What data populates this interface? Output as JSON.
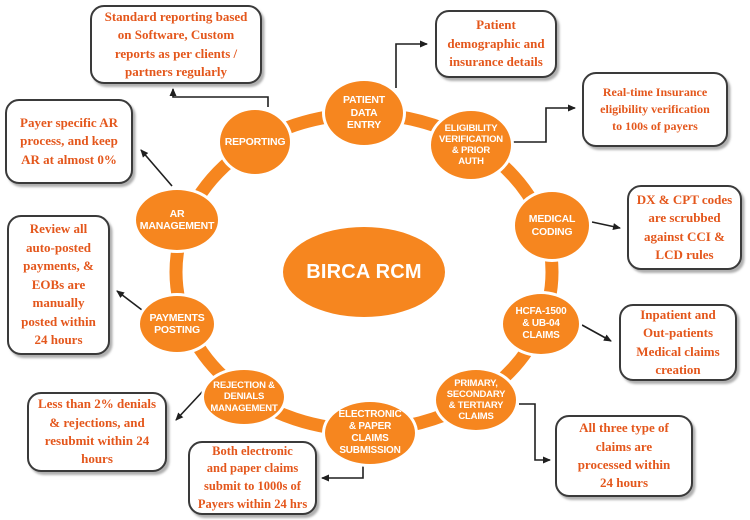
{
  "center": {
    "label": "BIRCA RCM"
  },
  "colors": {
    "node_orange": "#F6861F",
    "callout_text": "#E4571C",
    "arrow_black": "#1f1f1f",
    "box_border": "#3A3A3A"
  },
  "nodes": [
    {
      "name": "patient-data-entry",
      "label": "PATIENT\nDATA\nENTRY"
    },
    {
      "name": "eligibility-verification",
      "label": "ELIGIBILITY\nVERIFICATION\n& PRIOR\nAUTH"
    },
    {
      "name": "medical-coding",
      "label": "MEDICAL\nCODING"
    },
    {
      "name": "hcfa-ub04-claims",
      "label": "HCFA-1500\n& UB-04\nCLAIMS"
    },
    {
      "name": "primary-secondary-tertiary",
      "label": "PRIMARY,\nSECONDARY\n& TERTIARY\nCLAIMS"
    },
    {
      "name": "electronic-paper-claims",
      "label": "ELECTRONIC\n& PAPER\nCLAIMS\nSUBMISSION"
    },
    {
      "name": "rejection-denials",
      "label": "REJECTION &\nDENIALS\nMANAGEMENT"
    },
    {
      "name": "payments-posting",
      "label": "PAYMENTS\nPOSTING"
    },
    {
      "name": "ar-management",
      "label": "AR\nMANAGEMENT"
    },
    {
      "name": "reporting",
      "label": "REPORTING"
    }
  ],
  "callouts": [
    {
      "name": "standard-reporting",
      "text": "Standard reporting based\non Software, Custom\nreports as per clients /\npartners regularly"
    },
    {
      "name": "patient-demographic",
      "text": "Patient\ndemographic and\ninsurance details"
    },
    {
      "name": "realtime-insurance",
      "text": "Real-time Insurance\neligibility verification\nto 100s of payers"
    },
    {
      "name": "dx-cpt-codes",
      "text": "DX & CPT codes\nare scrubbed\nagainst CCI &\nLCD rules"
    },
    {
      "name": "inpatient-outpatient",
      "text": "Inpatient and\nOut-patients\nMedical claims\ncreation"
    },
    {
      "name": "all-three-claims",
      "text": "All three type of\nclaims are\nprocessed within\n24 hours"
    },
    {
      "name": "both-electronic-paper",
      "text": "Both electronic\nand paper claims\nsubmit to 1000s of\nPayers within 24 hrs"
    },
    {
      "name": "less-than-2pct-denials",
      "text": "Less than 2% denials\n& rejections, and\nresubmit within 24\nhours"
    },
    {
      "name": "review-autoposted",
      "text": "Review all\nauto-posted\npayments, &\nEOBs are\nmanually\nposted within\n24 hours"
    },
    {
      "name": "payer-specific-ar",
      "text": "Payer specific AR\nprocess, and keep\nAR at almost 0%"
    }
  ]
}
